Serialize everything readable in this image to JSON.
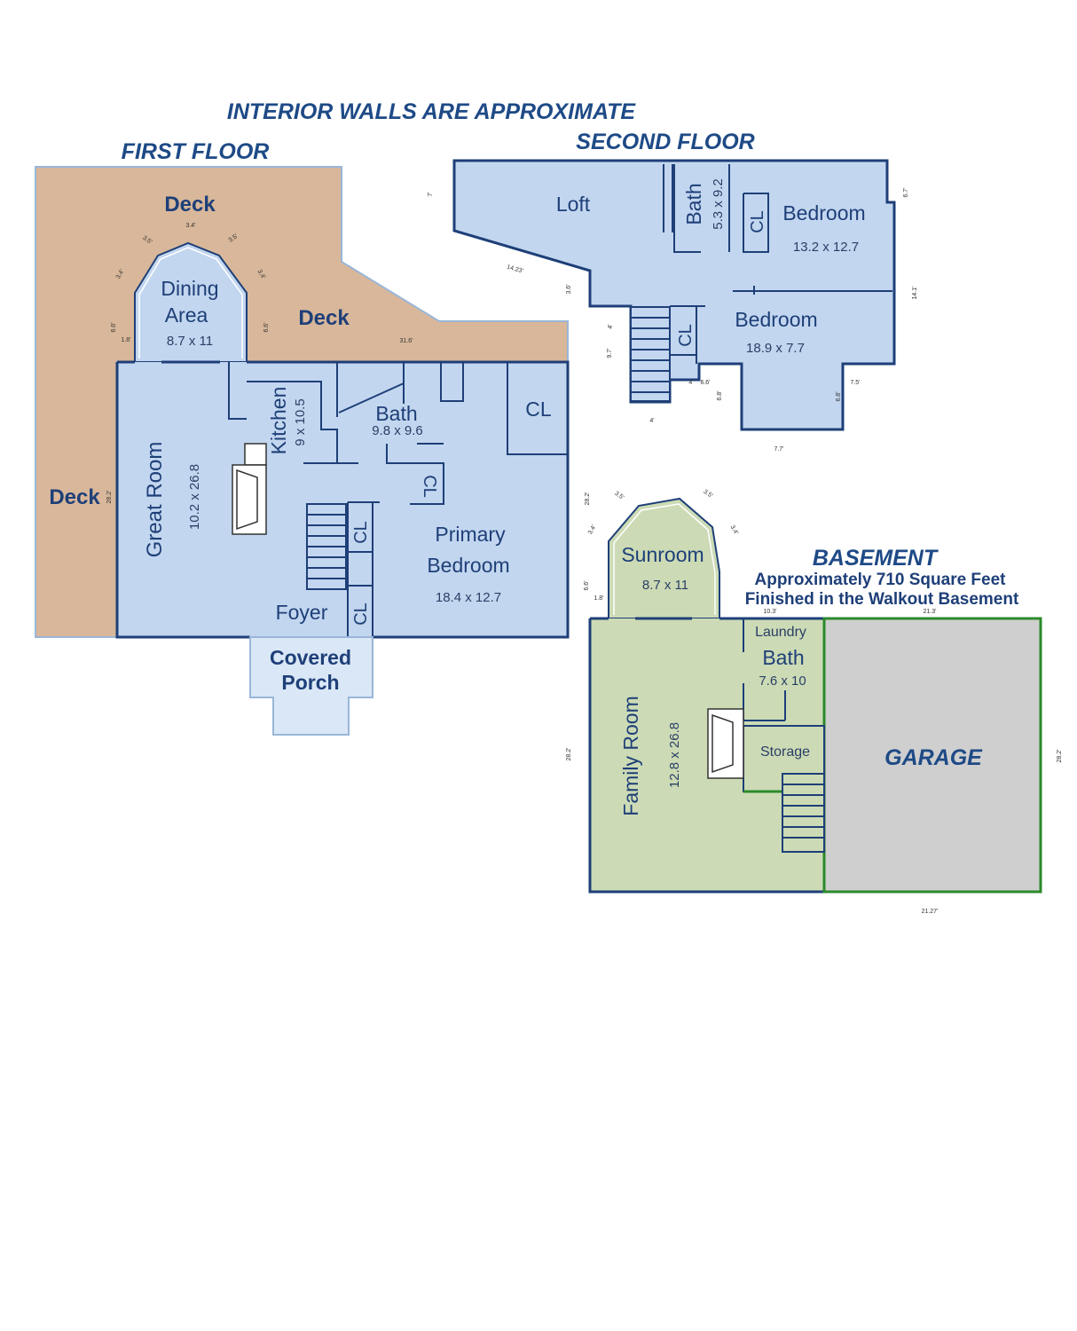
{
  "title": "INTERIOR WALLS ARE APPROXIMATE",
  "first_floor": {
    "heading": "FIRST FLOOR",
    "deck_top": "Deck",
    "deck_right": "Deck",
    "deck_left": "Deck",
    "dining_line1": "Dining",
    "dining_line2": "Area",
    "dining_size": "8.7 x 11",
    "kitchen": "Kitchen",
    "kitchen_size": "9 x 10.5",
    "great_room": "Great Room",
    "great_room_size": "10.2 x 26.8",
    "bath": "Bath",
    "bath_size": "9.8 x 9.6",
    "cl_top": "CL",
    "cl_bath": "CL",
    "cl_stair1": "CL",
    "cl_stair2": "CL",
    "primary_line1": "Primary",
    "primary_line2": "Bedroom",
    "primary_size": "18.4 x 12.7",
    "foyer": "Foyer",
    "porch_line1": "Covered",
    "porch_line2": "Porch",
    "dims": {
      "d1": "3.4'",
      "d2": "3.5'",
      "d3": "3.5'",
      "d4": "3.4'",
      "d5": "3.4'",
      "d6": "6.6'",
      "d7": "1.8'",
      "d8": "6.6'",
      "d9": "31.6'",
      "d10": "28.2'"
    }
  },
  "second_floor": {
    "heading": "SECOND FLOOR",
    "loft": "Loft",
    "bath": "Bath",
    "bath_size": "5.3 x 9.2",
    "cl1": "CL",
    "bedroom1": "Bedroom",
    "bedroom1_size": "13.2 x 12.7",
    "bedroom2": "Bedroom",
    "bedroom2_size": "18.9 x 7.7",
    "cl2": "CL",
    "dims": {
      "d1": "7'",
      "d2": "14.23'",
      "d3": "3.6'",
      "d4": "4'",
      "d5": "9.7'",
      "d6": "4'",
      "d7": "6.6'",
      "d8": "6.8'",
      "d9": "4'",
      "d10": "7.7'",
      "d11": "6.8'",
      "d12": "7.5'",
      "d13": "14.1'",
      "d14": "6.7'"
    }
  },
  "basement": {
    "heading": "BASEMENT",
    "note_line1": "Approximately 710 Square Feet",
    "note_line2": "Finished in the Walkout Basement",
    "sunroom": "Sunroom",
    "sunroom_size": "8.7 x 11",
    "laundry": "Laundry",
    "bath": "Bath",
    "bath_size": "7.6 x 10",
    "storage": "Storage",
    "family_room": "Family Room",
    "family_room_size": "12.8 x 26.8",
    "garage": "GARAGE",
    "dims": {
      "d1": "28.2'",
      "d2": "3.5'",
      "d3": "3.5'",
      "d4": "3.4'",
      "d5": "3.4'",
      "d6": "6.6'",
      "d7": "1.8'",
      "d8": "10.3'",
      "d9": "21.3'",
      "d10": "28.2'",
      "d11": "28.2'",
      "d12": "21.27'"
    }
  },
  "colors": {
    "deck": "#d8b79a",
    "interior": "#c2d6ef",
    "basement": "#ccdbb5",
    "garage": "#cfcfcf",
    "wall": "#1e3f78",
    "garage_wall": "#2b8a2b"
  }
}
